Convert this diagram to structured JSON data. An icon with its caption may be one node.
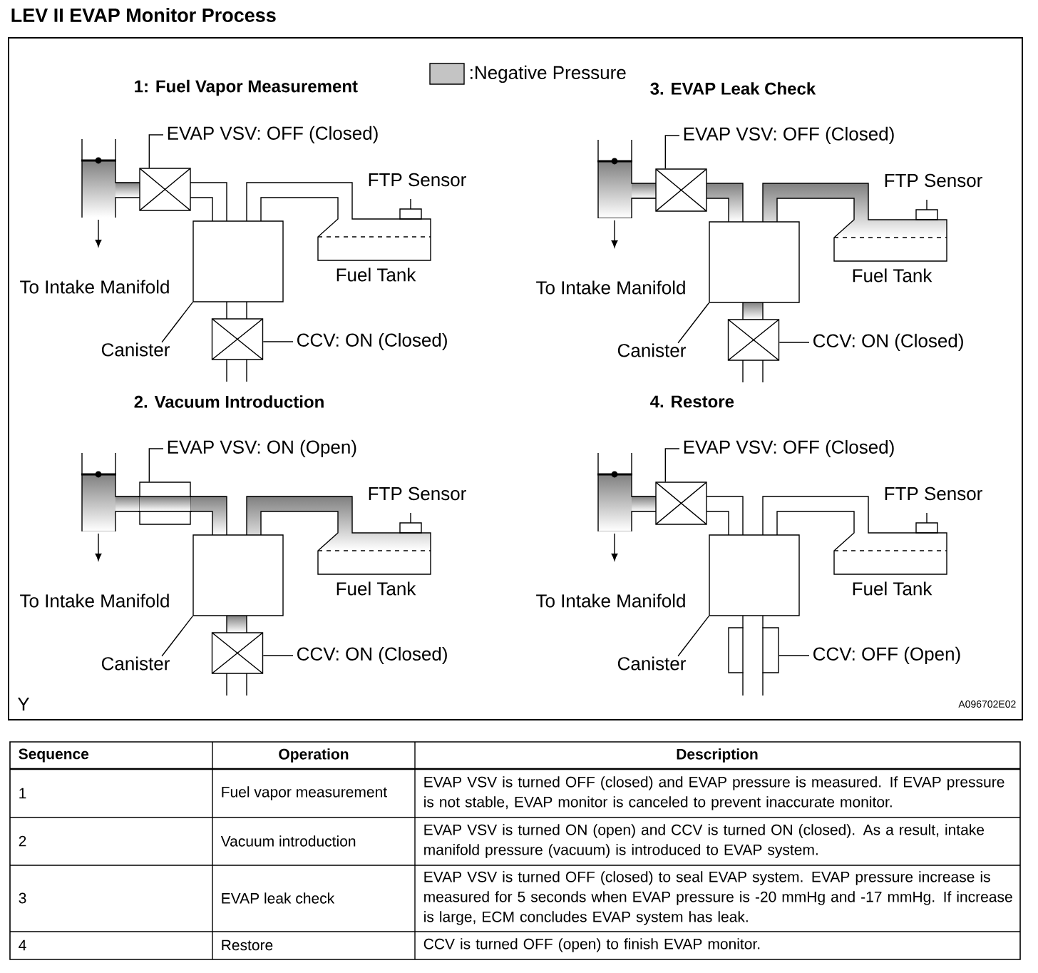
{
  "diagram": {
    "title": "LEV II EVAP Monitor Process",
    "nodes": [
      {
        "text": [
          "EVAP VSV: OFF (Closed)"
        ]
      },
      {
        "text": [],
        "shape": "box"
      },
      {
        "text": [
          "Canister"
        ]
      },
      {
        "text": [],
        "shape": "box"
      },
      {
        "text": [
          "CCV: ON (Closed)"
        ]
      },
      {
        "text": [],
        "shape": "box"
      },
      {
        "text": [
          "EVAP VSV: OFF (Closed)"
        ]
      },
      {
        "text": [],
        "shape": "box"
      },
      {
        "text": [
          "Canister"
        ]
      },
      {
        "text": [],
        "shape": "box"
      },
      {
        "text": [
          "CCV: ON (Closed)"
        ]
      },
      {
        "text": [],
        "shape": "box"
      },
      {
        "text": [
          "EVAP VSV: ON (Open)"
        ]
      },
      {
        "text": [],
        "shape": "box"
      },
      {
        "text": [
          "Canister"
        ]
      },
      {
        "text": [],
        "shape": "box"
      },
      {
        "text": [
          "CCV: ON (Closed)"
        ]
      },
      {
        "text": [],
        "shape": "box"
      },
      {
        "text": [
          "EVAP VSV: OFF (Closed)"
        ]
      },
      {
        "text": [],
        "shape": "box"
      },
      {
        "text": [
          "Canister"
        ]
      },
      {
        "text": [],
        "shape": "box"
      },
      {
        "text": [
          "CCV: OFF (Open)"
        ]
      },
      {
        "text": [],
        "shape": "box"
      }
    ],
    "edges": [
      {
        "from": 0,
        "to": 1,
        "arrow": "none"
      },
      {
        "from": 2,
        "to": 3,
        "arrow": "none"
      },
      {
        "from": 4,
        "to": 5,
        "arrow": "none"
      },
      {
        "from": 6,
        "to": 7,
        "arrow": "none"
      },
      {
        "from": 8,
        "to": 9,
        "arrow": "none"
      },
      {
        "from": 10,
        "to": 11,
        "arrow": "none"
      },
      {
        "from": 12,
        "to": 13,
        "arrow": "none"
      },
      {
        "from": 14,
        "to": 15,
        "arrow": "none"
      },
      {
        "from": 16,
        "to": 17,
        "arrow": "none"
      },
      {
        "from": 18,
        "to": 19,
        "arrow": "none"
      },
      {
        "from": 20,
        "to": 21,
        "arrow": "none"
      },
      {
        "from": 22,
        "to": 23,
        "arrow": "none"
      }
    ],
    "labels": [
      "1: Fuel Vapor Measurement",
      "3. EVAP Leak Check",
      "FTP Sensor",
      "Fuel Tank",
      "To Intake Manifold",
      "FTP Sensor",
      "Fuel Tank",
      "To Intake Manifold",
      "2. Vacuum Introduction",
      "4. Restore",
      "FTP Sensor",
      "Fuel Tank",
      "To Intake Manifold",
      "FTP Sensor",
      "Fuel Tank",
      "To Intake Manifold",
      "Y",
      "A096702E02",
      "Sequence",
      "Operation",
      "Description",
      "1",
      "Fuel vapor measurement",
      "EVAP VSV is turned OFF (closed) and EVAP pressure is measured. If EVAP pressure is not stable, EVAP monitor is canceled to prevent inaccurate monitor.",
      "2",
      "Vacuum introduction",
      "EVAP VSV is turned ON (open) and CCV is turned ON (closed). As a result, intake manifold pressure (vacuum) is introduced to EVAP system.",
      "3",
      "EVAP leak check",
      "EVAP VSV is turned OFF (closed) to seal EVAP system. EVAP pressure increase is measured for 5 seconds when EVAP pressure is -20 mmHg and -17 mmHg. If increase is large, ECM concludes EVAP system has leak.",
      "4",
      "Restore",
      "CCV is turned OFF (open) to finish EVAP monitor."
    ],
    "legend": [
      {
        "text": ":Negative Pressure"
      }
    ]
  }
}
